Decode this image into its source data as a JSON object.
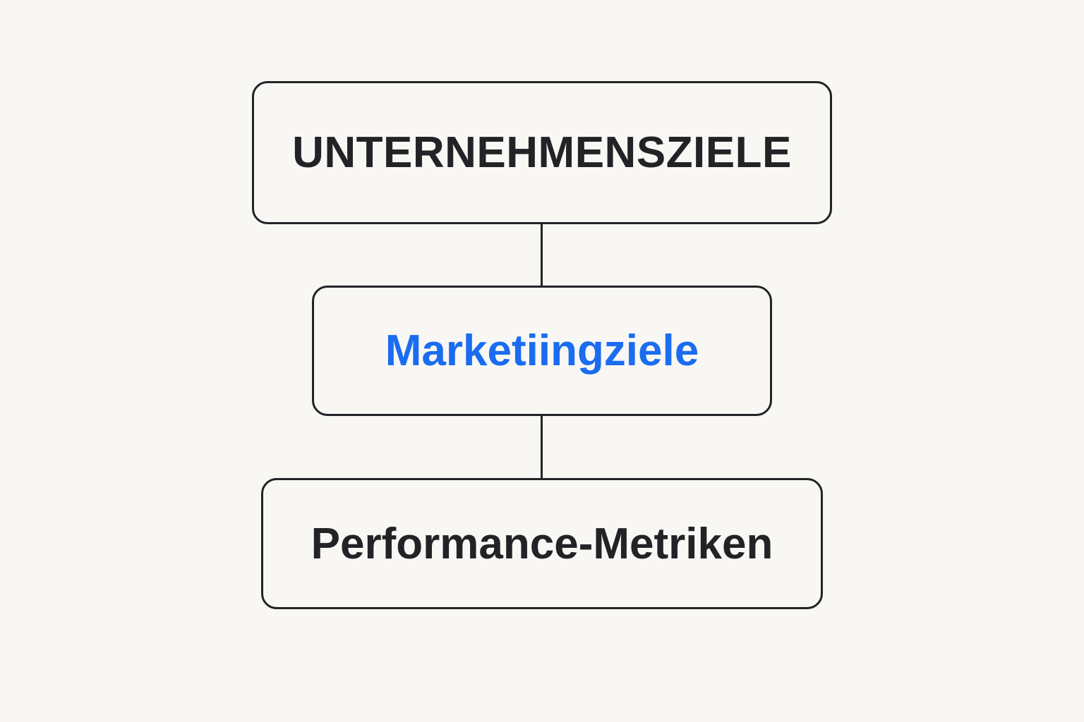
{
  "diagram": {
    "nodes": [
      {
        "label": "UNTERNEHMENSZIELE",
        "color": "#222326"
      },
      {
        "label": "Marketiingziele",
        "color": "#1a6cf0"
      },
      {
        "label": "Performance-Metriken",
        "color": "#222326"
      }
    ],
    "edges": [
      {
        "from": "UNTERNEHMENSZIELE",
        "to": "Marketiingziele"
      },
      {
        "from": "Marketiingziele",
        "to": "Performance-Metriken"
      }
    ],
    "colors": {
      "background": "#f8f7f4",
      "stroke": "#222326",
      "text": "#222326",
      "accent": "#1a6cf0"
    }
  }
}
